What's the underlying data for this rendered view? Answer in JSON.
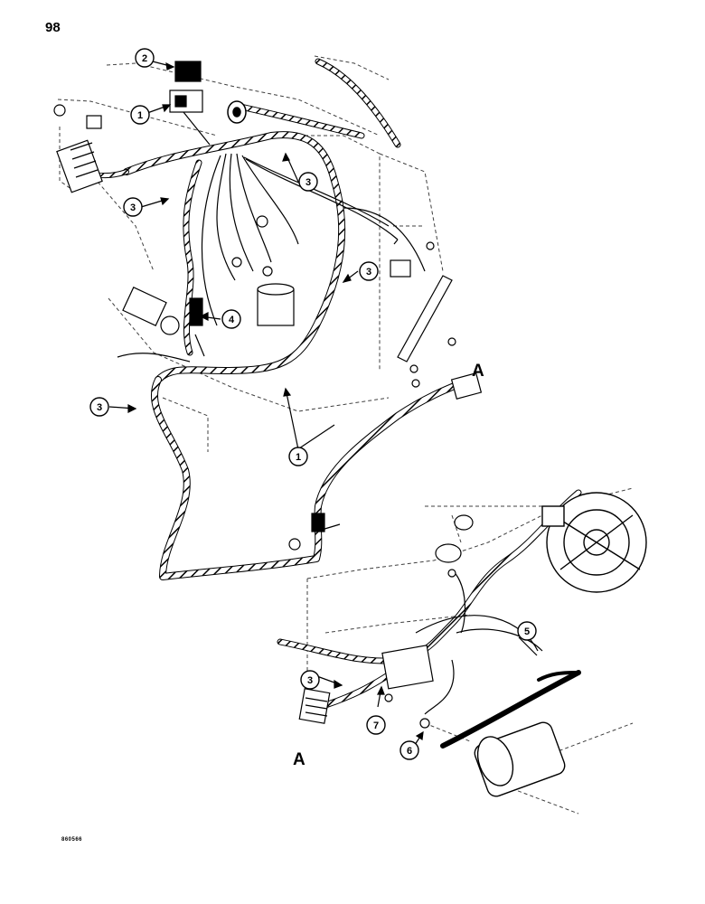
{
  "page_number": "98",
  "figure_code": "860566",
  "callouts": {
    "c1a": "1",
    "c1b": "1",
    "c2": "2",
    "c3a": "3",
    "c3b": "3",
    "c3c": "3",
    "c3d": "3",
    "c3e": "3",
    "c4": "4",
    "c5": "5",
    "c6": "6",
    "c7": "7"
  },
  "connector_labels": {
    "top": "A",
    "bottom": "A"
  }
}
